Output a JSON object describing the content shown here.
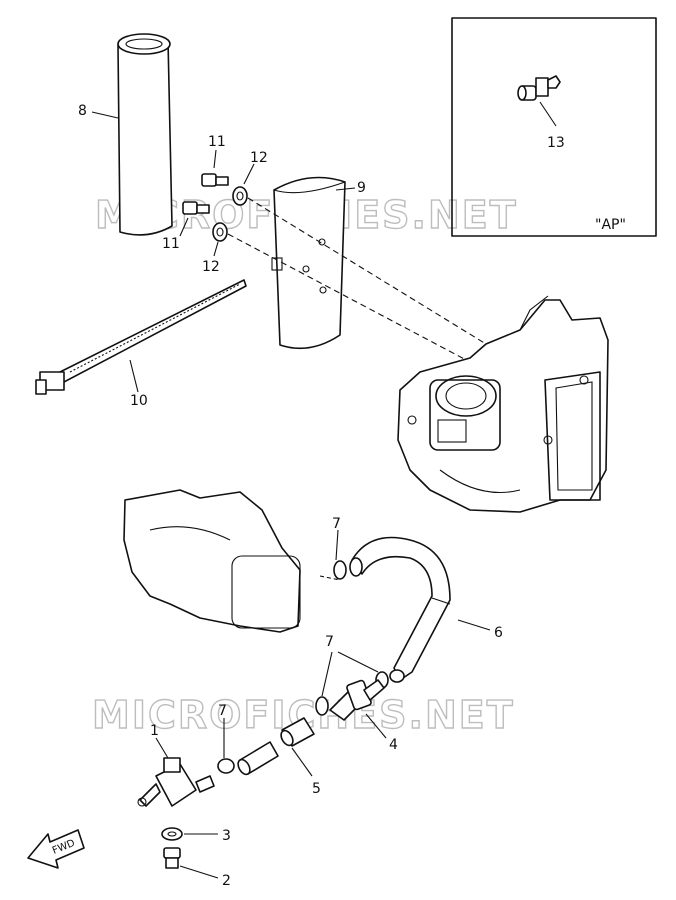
{
  "watermark": "MICROFICHES.NET",
  "inset_label": "\"AP\"",
  "fwd_label": "FWD",
  "callouts": [
    {
      "id": "1",
      "text": "1"
    },
    {
      "id": "2",
      "text": "2"
    },
    {
      "id": "3",
      "text": "3"
    },
    {
      "id": "4",
      "text": "4"
    },
    {
      "id": "5",
      "text": "5"
    },
    {
      "id": "6",
      "text": "6"
    },
    {
      "id": "7a",
      "text": "7"
    },
    {
      "id": "7b",
      "text": "7"
    },
    {
      "id": "7c",
      "text": "7"
    },
    {
      "id": "8",
      "text": "8"
    },
    {
      "id": "9",
      "text": "9"
    },
    {
      "id": "10",
      "text": "10"
    },
    {
      "id": "11a",
      "text": "11"
    },
    {
      "id": "11b",
      "text": "11"
    },
    {
      "id": "12a",
      "text": "12"
    },
    {
      "id": "12b",
      "text": "12"
    },
    {
      "id": "13",
      "text": "13"
    }
  ]
}
